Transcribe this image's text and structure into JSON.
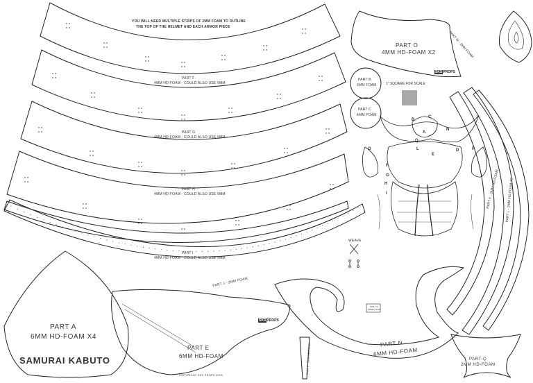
{
  "instructions": {
    "line1": "YOU WILL NEED MULTIPLE STRIPS OF 2MM FOAM TO OUTLINE",
    "line2": "THE TOP OF THE HELMET AND EACH ARMOR PIECE"
  },
  "parts": {
    "f": {
      "name": "PART F",
      "material": "4MM HD-FOAM - COULD ALSO USE 6MM"
    },
    "g": {
      "name": "PART G",
      "material": "4MM HD-FOAM - COULD ALSO USE 6MM"
    },
    "h": {
      "name": "PART H",
      "material": "4MM HD-FOAM - COULD ALSO USE 6MM"
    },
    "i": {
      "name": "PART I",
      "material": "4MM HD-FOAM - COULD ALSO USE 6MM"
    },
    "j": {
      "label": "PART J - 2MM FOAM"
    },
    "a": {
      "name": "PART A",
      "material": "6MM HD-FOAM  X4"
    },
    "e": {
      "name": "PART E",
      "material": "6MM HD-FOAM"
    },
    "n": {
      "name": "PART N",
      "material": "6MM HD-FOAM"
    },
    "o": {
      "name": "PART O",
      "material": "4MM HD-FOAM  X2"
    },
    "b": {
      "name": "PART B",
      "material": "6MM FOAM"
    },
    "c": {
      "name": "PART C",
      "material": "4MM FOAM"
    },
    "q": {
      "name": "PART Q",
      "material": "2MM HD-FOAM"
    },
    "k": {
      "label": "PART K - 2MM HD-FOAM"
    },
    "l": {
      "label": "PART L - 2MM HD-FOAM X2"
    },
    "m": {
      "label": "PART M - 2MM FOAM"
    },
    "p": {
      "label": "PART P - 2MM HD-FOAM"
    }
  },
  "title": "SAMURAI KABUTO",
  "scale_label": "1\" SQUARE FOR SCALE",
  "weave_label": "WEAVE",
  "brand": {
    "box": "SKS",
    "text": "PROPS"
  },
  "copyright": "COPYRIGHT SKS PROPS 2013",
  "helmet_letters": [
    "B",
    "C",
    "A",
    "N",
    "Q",
    "L",
    "E",
    "O",
    "D",
    "P",
    "F",
    "G",
    "H",
    "I"
  ],
  "small_box_label": "PART R\n2MM FOAM",
  "colors": {
    "ink": "#222222",
    "scale_square": "#a8a8a8"
  }
}
